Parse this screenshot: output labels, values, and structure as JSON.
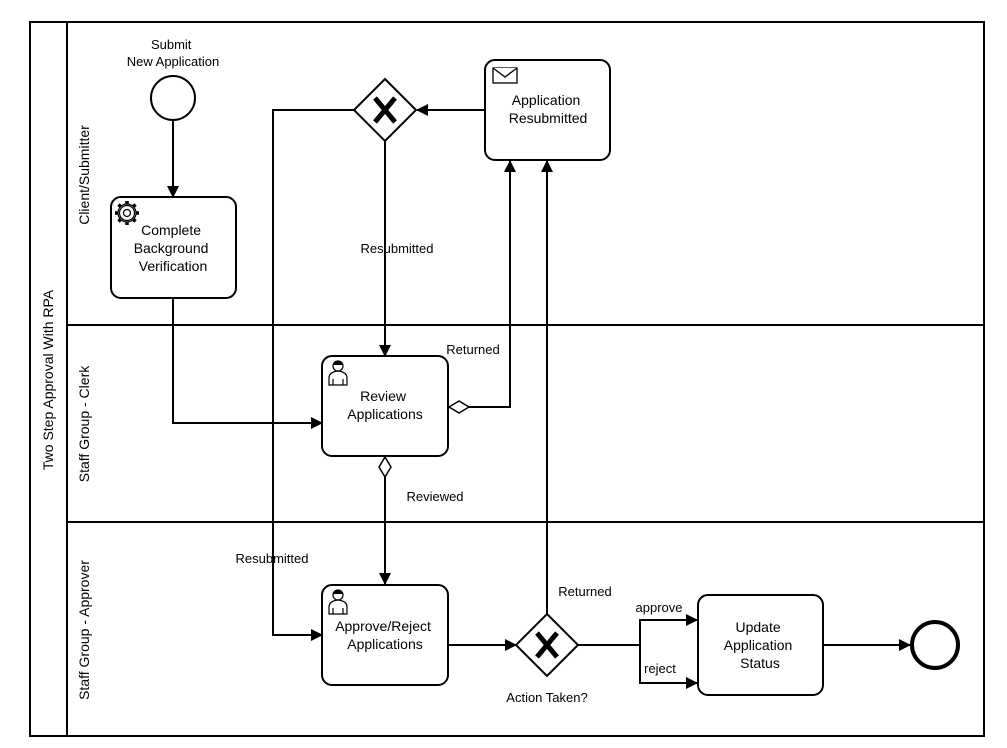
{
  "pool": {
    "title": "Two Step Approval With RPA"
  },
  "lanes": [
    {
      "id": "lane-client",
      "label": "Client/Submitter"
    },
    {
      "id": "lane-clerk",
      "label": "Staff Group - Clerk"
    },
    {
      "id": "lane-approver",
      "label": "Staff Group - Approver"
    }
  ],
  "events": {
    "start": {
      "label_lines": [
        "Submit",
        "New Application"
      ]
    },
    "end": {
      "label_lines": []
    }
  },
  "tasks": {
    "complete_verification": {
      "type": "service",
      "label_lines": [
        "Complete",
        "Background",
        "Verification"
      ]
    },
    "application_resubmitted": {
      "type": "message",
      "label_lines": [
        "Application",
        "Resubmitted"
      ]
    },
    "review_applications": {
      "type": "user",
      "label_lines": [
        "Review",
        "Applications"
      ]
    },
    "approve_reject": {
      "type": "user",
      "label_lines": [
        "Approve/Reject",
        "Applications"
      ]
    },
    "update_status": {
      "type": "plain",
      "label_lines": [
        "Update",
        "Application",
        "Status"
      ]
    }
  },
  "gateways": {
    "top_gateway": {
      "type": "exclusive",
      "label": ""
    },
    "action_gateway": {
      "type": "exclusive",
      "label": "Action Taken?"
    }
  },
  "flow_labels": {
    "resubmitted_top": "Resubmitted",
    "returned_clerk": "Returned",
    "reviewed": "Reviewed",
    "resubmitted_left": "Resubmitted",
    "returned_approver": "Returned",
    "approve": "approve",
    "reject": "reject"
  },
  "colors": {
    "stroke": "#000000",
    "background": "#ffffff"
  }
}
